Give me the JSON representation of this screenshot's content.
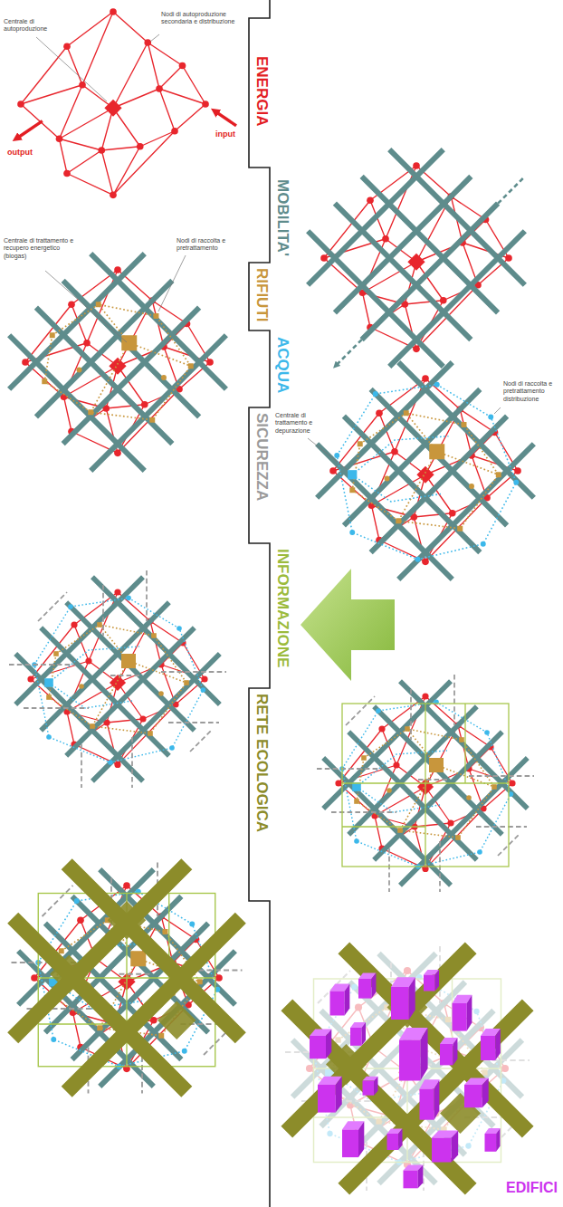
{
  "diagram": {
    "labels": [
      "Nodi di autoproduzione secondaria e distribuzione",
      "Centrale di autoproduzione",
      "ENERGIA",
      "input",
      "output",
      "MOBILITA'",
      "Nodi di raccolta e pretrattamento",
      "Centrale di trattamento e recupero energetico (biogas)",
      "RIFIUTI",
      "ACQUA",
      "Nodi di raccolta e pretrattamento distribuzione",
      "Centrale di trattamento e depurazione",
      "SICUREZZA",
      "INFORMAZIONE",
      "RETE ECOLOGICA",
      "EDIFICI"
    ]
  }
}
